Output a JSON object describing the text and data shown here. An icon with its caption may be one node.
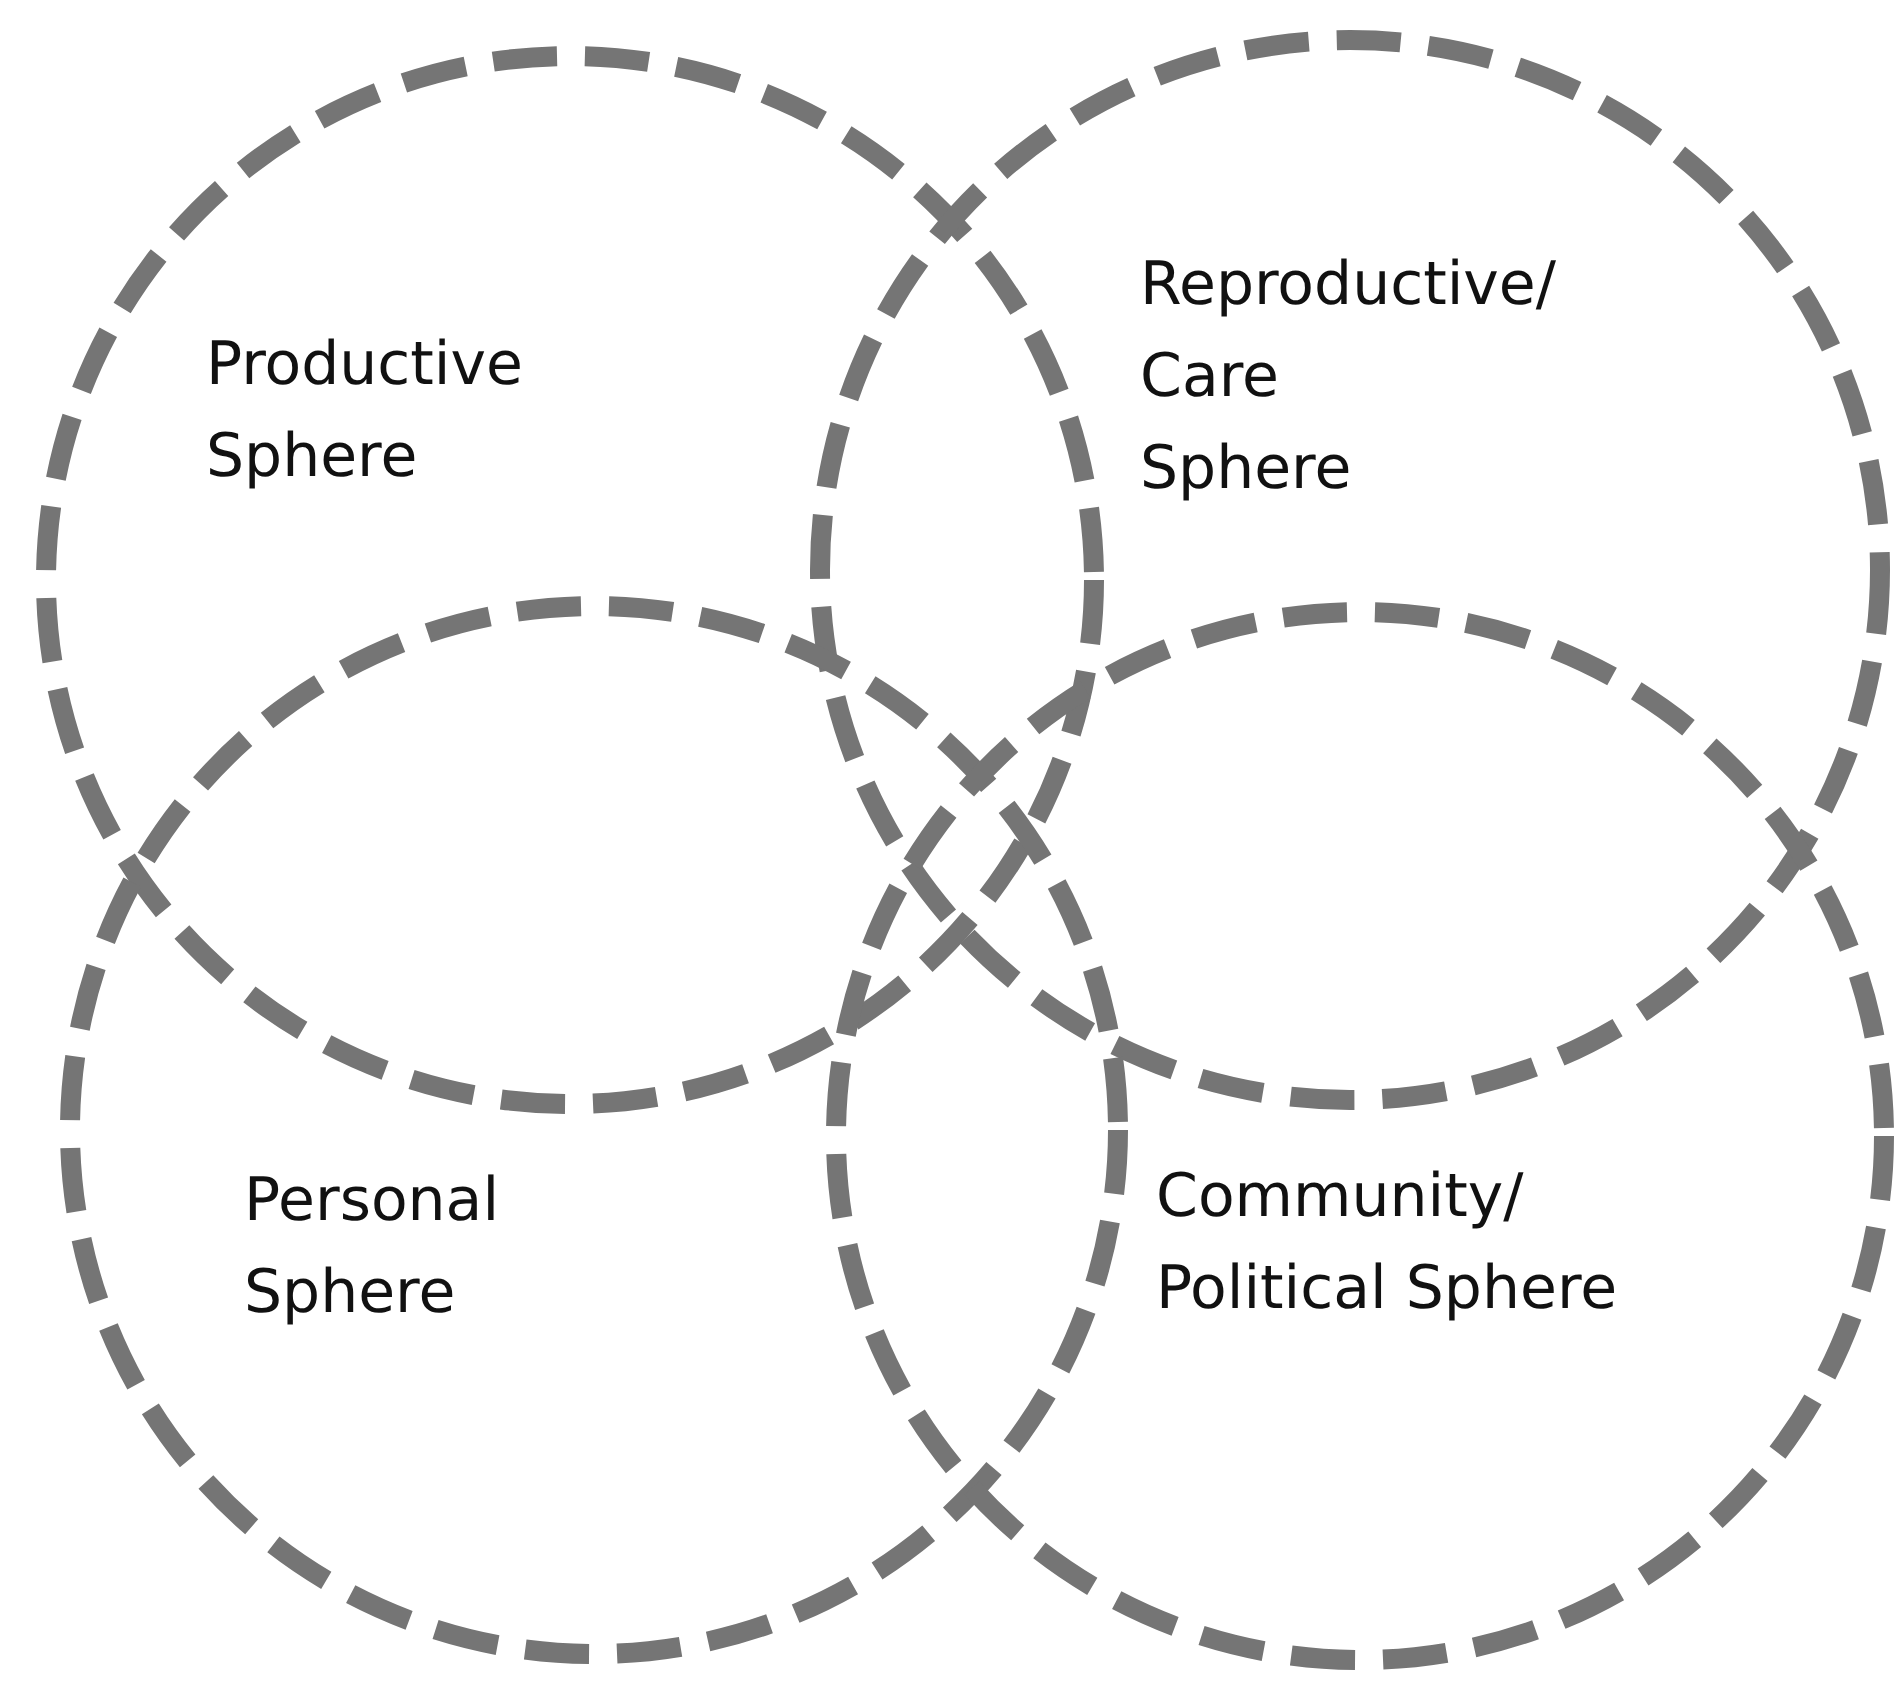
{
  "diagram": {
    "nodes": [
      {
        "text": [
          "Productive Sphere"
        ]
      },
      {
        "text": [
          "Reproductive/ Care Sphere"
        ]
      },
      {
        "text": [
          "Personal Sphere"
        ]
      },
      {
        "text": [
          "Community/ Political Sphere"
        ]
      }
    ]
  }
}
